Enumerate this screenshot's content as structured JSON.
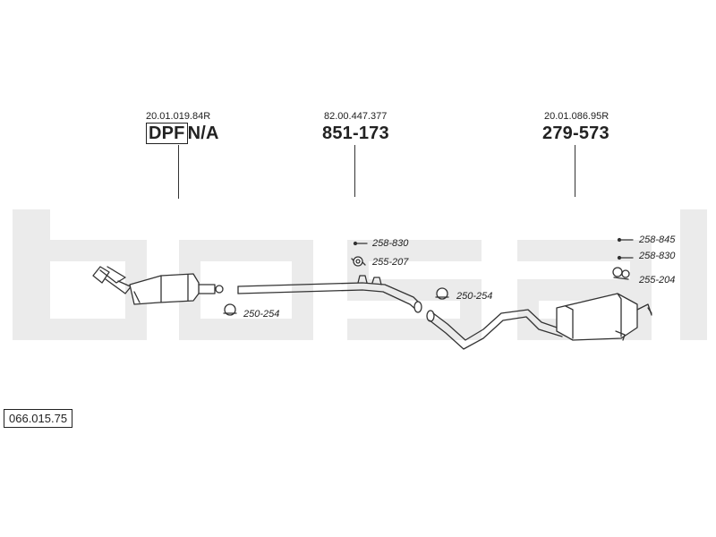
{
  "watermark": {
    "text": "bosal",
    "color": "#ebebeb"
  },
  "reference_code": "066.015.75",
  "assemblies": [
    {
      "oe_number": "20.01.019.84R",
      "part_prefix": "DPF",
      "part_number": "N/A"
    },
    {
      "oe_number": "82.00.447.377",
      "part_prefix": "",
      "part_number": "851-173"
    },
    {
      "oe_number": "20.01.086.95R",
      "part_prefix": "",
      "part_number": "279-573"
    }
  ],
  "accessories": [
    {
      "code": "250-254",
      "icon": "clamp-icon"
    },
    {
      "code": "258-830",
      "icon": "bolt-icon"
    },
    {
      "code": "255-207",
      "icon": "gasket-icon"
    },
    {
      "code": "250-254",
      "icon": "clamp-icon"
    },
    {
      "code": "258-845",
      "icon": "bolt-icon"
    },
    {
      "code": "258-830",
      "icon": "bolt-icon"
    },
    {
      "code": "255-204",
      "icon": "hanger-icon"
    }
  ]
}
